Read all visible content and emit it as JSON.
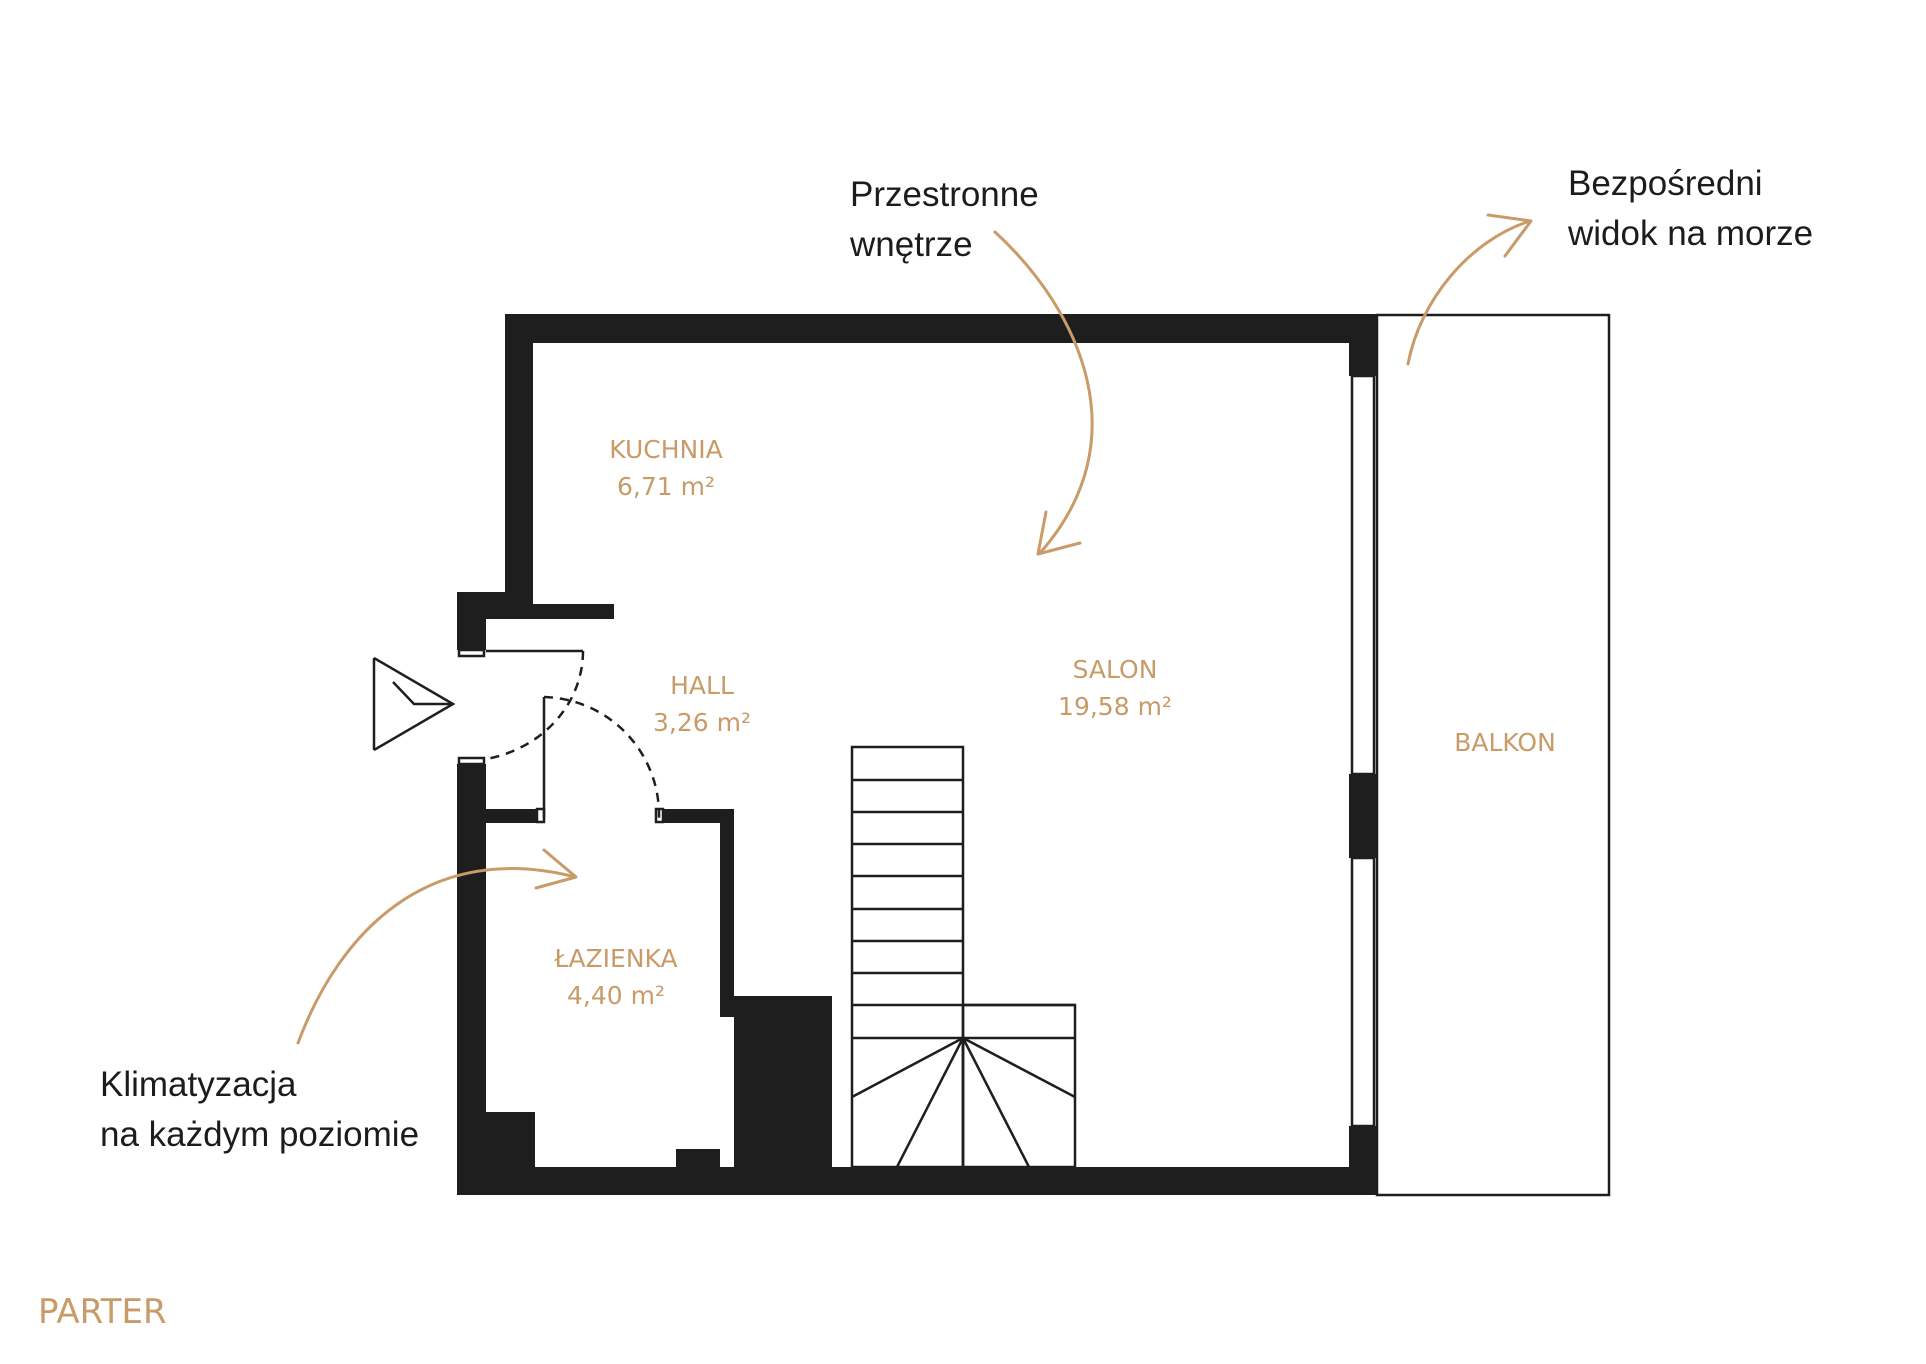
{
  "rooms": {
    "kuchnia": {
      "name": "KUCHNIA",
      "area": "6,71 m²"
    },
    "hall": {
      "name": "HALL",
      "area": "3,26 m²"
    },
    "salon": {
      "name": "SALON",
      "area": "19,58 m²"
    },
    "lazienka": {
      "name": "ŁAZIENKA",
      "area": "4,40 m²"
    },
    "balkon": {
      "name": "BALKON"
    }
  },
  "callouts": {
    "space": {
      "line1": "Przestronne",
      "line2": "wnętrze"
    },
    "sea_view": {
      "line1": "Bezpośredni",
      "line2": "widok na morze"
    },
    "air_con": {
      "line1": "Klimatyzacja",
      "line2": "na każdym poziomie"
    }
  },
  "floor_label": "PARTER",
  "colors": {
    "wall": "#1e1e1e",
    "accent": "#c89b68",
    "text": "#1c1c1c",
    "background": "#ffffff"
  }
}
